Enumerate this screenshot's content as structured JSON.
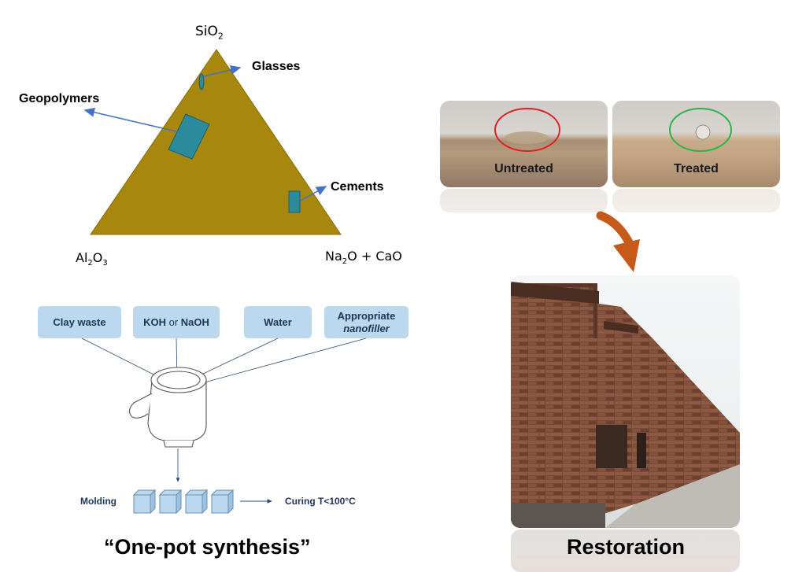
{
  "ternary": {
    "apex_top": "SiO2",
    "apex_left": "Al2O3",
    "apex_right": "Na2O + CaO",
    "regions": [
      "Glasses",
      "Geopolymers",
      "Cements"
    ]
  },
  "synthesis": {
    "inputs": [
      "Clay waste",
      "KOH",
      "or",
      "NaOH",
      "Water",
      "Appropriate",
      "nanofiller"
    ],
    "molding_label": "Molding",
    "curing_label": "Curing T<100°C",
    "caption": "“One-pot synthesis”"
  },
  "photos": {
    "untreated_label": "Untreated",
    "treated_label": "Treated",
    "restoration_caption": "Restoration"
  },
  "colors": {
    "triangle": "#a8870f",
    "region_fill": "#2b8a9c",
    "arrow": "#4472c4",
    "box_fill": "#bcd8ee",
    "orange_arrow": "#c65a18",
    "circle_untreated": "#e02020",
    "circle_treated": "#2db34a"
  }
}
